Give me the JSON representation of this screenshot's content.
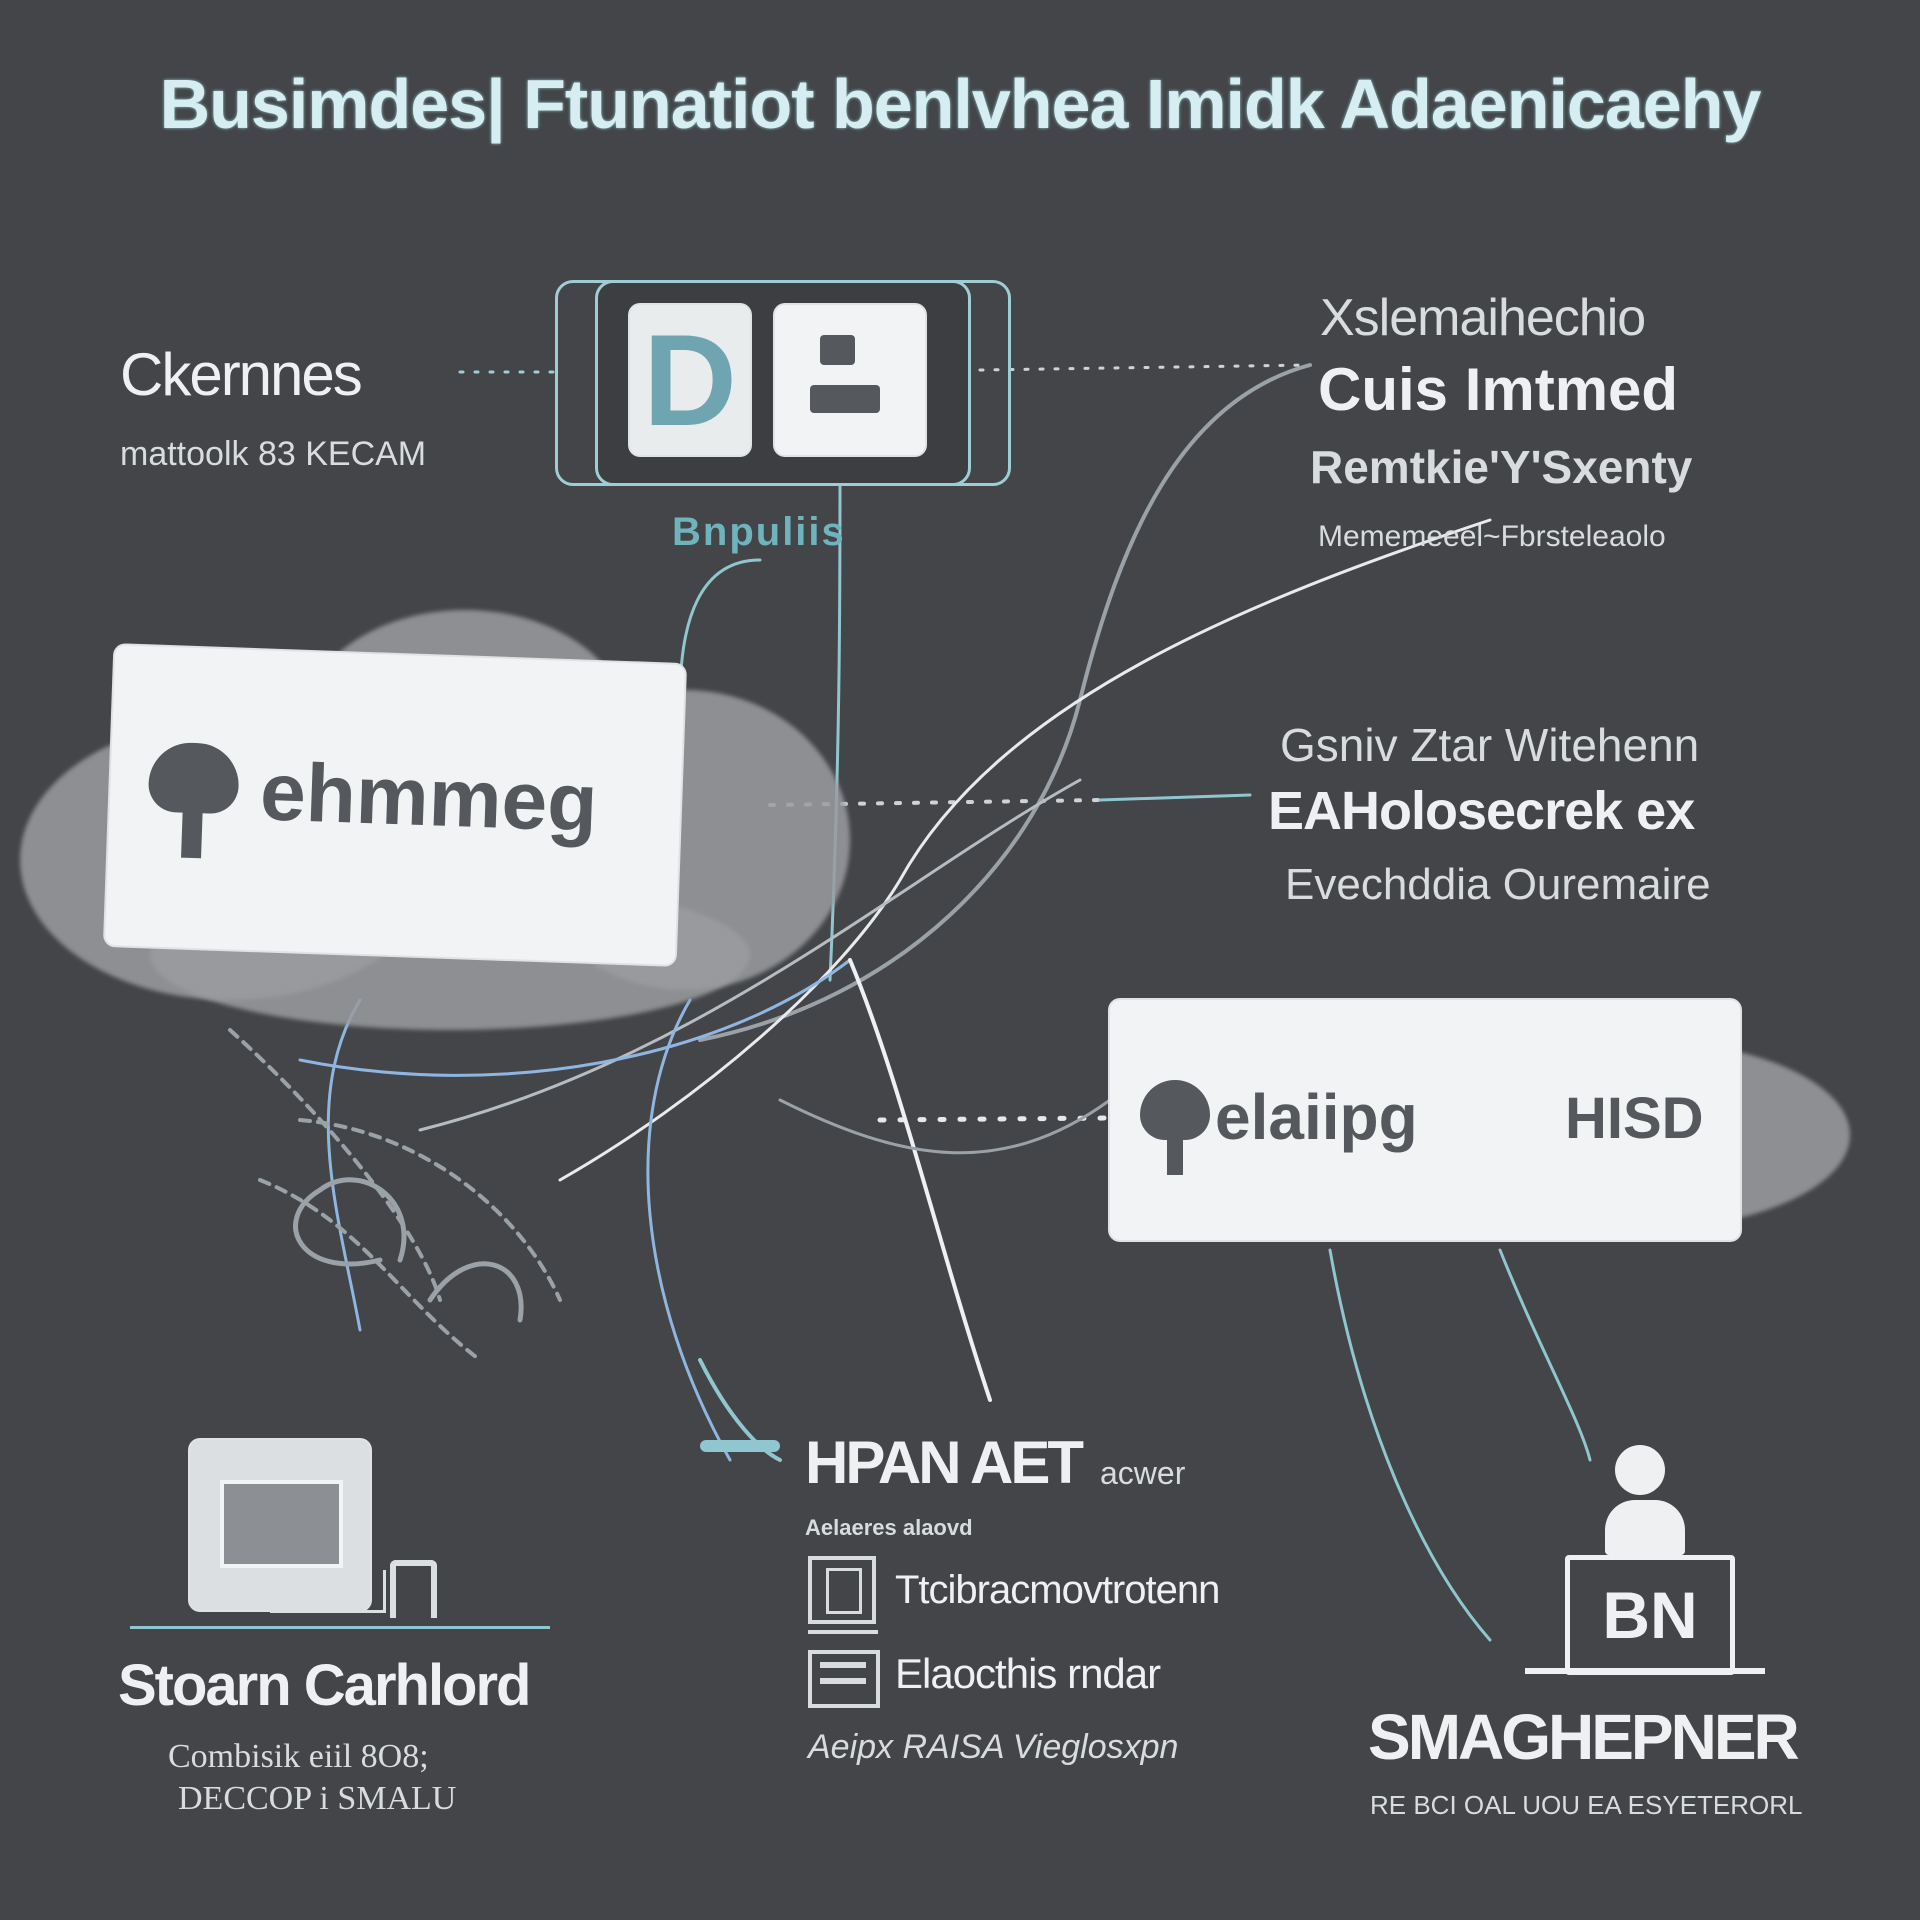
{
  "title": "Busimdes| Ftunatiot benlvhea Imidk Adaenicaehy",
  "top_left": {
    "label": "Ckernnes",
    "sub": "mattoolk 83 KECAM"
  },
  "device_top": {
    "glyph": "D",
    "caption": "Bnpuliis"
  },
  "top_right": {
    "line1": "Xslemaihechio",
    "line2": "Cuis Imtmed",
    "line3": "Remtkie'Y'Sxenty",
    "line4": "Mememeeel~Fbrsteleaolo"
  },
  "mid_right": {
    "line1": "Gsniv Ztar Witehenn",
    "line2": "EAHolosecrek ex",
    "line3": "Evechddia Ouremaire"
  },
  "box_left": {
    "label": "ehmmeg"
  },
  "box_right": {
    "label": "elaiipg",
    "tag": "HISD"
  },
  "bottom_left": {
    "label": "Stoarn Carhlord",
    "sub1": "Combisik eiil 8O8;",
    "sub2": "DECCOP i SMALU"
  },
  "bottom_center": {
    "heading": "HPAN AET",
    "heading_tail": "acwer",
    "sub": "Aelaeres alaovd",
    "item1": "Ttcibracmovtrotenn",
    "item2": "Elaocthis rndar",
    "footer": "Aeipx RAISA Vieglosxpn"
  },
  "bottom_right": {
    "screen_text": "BN",
    "label": "SMAGHEPNER",
    "sub": "RE BCI OAL UOU EA ESYETERORL"
  },
  "colors": {
    "background": "#434548",
    "accent": "#8fc6cf",
    "box": "#f2f3f4"
  }
}
